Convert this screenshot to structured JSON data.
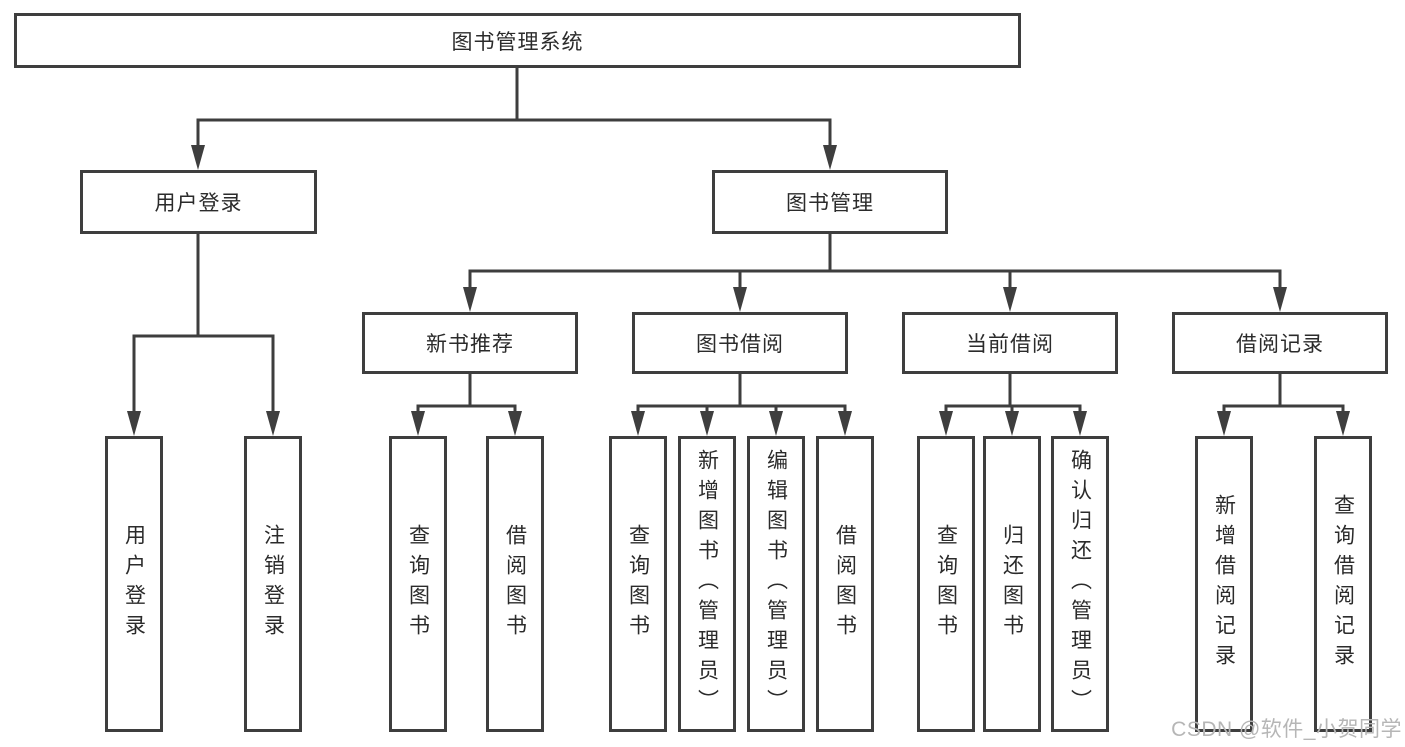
{
  "diagram": {
    "type": "hierarchy",
    "tree": {
      "label": "图书管理系统",
      "children": [
        {
          "label": "用户登录",
          "children": [
            {
              "label": "用户登录"
            },
            {
              "label": "注销登录"
            }
          ]
        },
        {
          "label": "图书管理",
          "children": [
            {
              "label": "新书推荐",
              "children": [
                {
                  "label": "查询图书"
                },
                {
                  "label": "借阅图书"
                }
              ]
            },
            {
              "label": "图书借阅",
              "children": [
                {
                  "label": "查询图书"
                },
                {
                  "label": "新增图书（管理员）"
                },
                {
                  "label": "编辑图书（管理员）"
                },
                {
                  "label": "借阅图书"
                }
              ]
            },
            {
              "label": "当前借阅",
              "children": [
                {
                  "label": "查询图书"
                },
                {
                  "label": "归还图书"
                },
                {
                  "label": "确认归还（管理员）"
                }
              ]
            },
            {
              "label": "借阅记录",
              "children": [
                {
                  "label": "新增借阅记录"
                },
                {
                  "label": "查询借阅记录"
                }
              ]
            }
          ]
        }
      ]
    },
    "line_color": "#3e3e3e",
    "text_color": "#2b2b2b"
  },
  "watermark": "CSDN @软件_小贺同学"
}
